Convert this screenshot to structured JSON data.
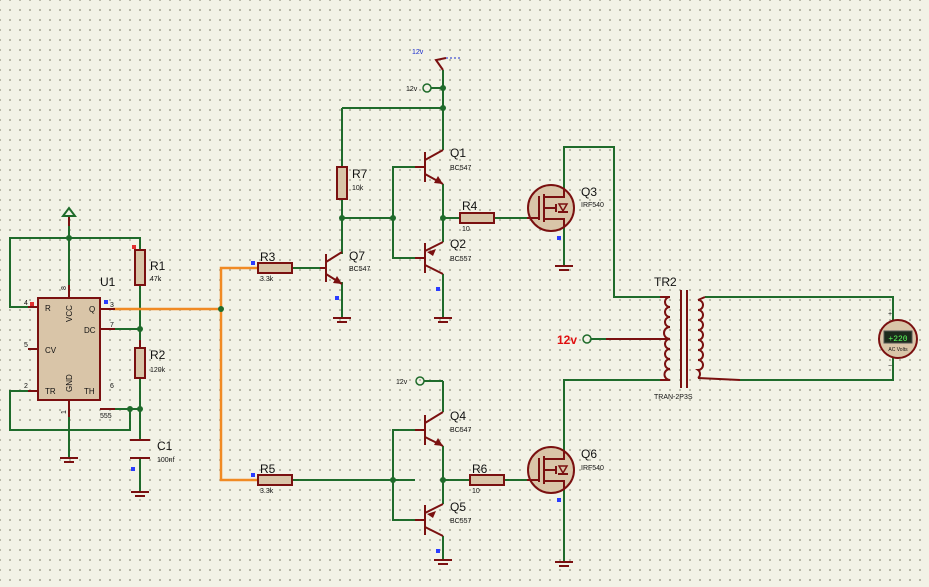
{
  "u1": {
    "ref": "U1",
    "part": "555",
    "pins": {
      "r": "R",
      "q": "Q",
      "dc": "DC",
      "cv": "CV",
      "tr": "TR",
      "th": "TH",
      "vcc": "VCC",
      "gnd": "GND"
    },
    "pin_numbers": {
      "r": "4",
      "q": "3",
      "dc": "7",
      "cv": "5",
      "tr": "2",
      "th": "6",
      "vcc": "8",
      "gnd": "1"
    }
  },
  "resistors": [
    {
      "ref": "R1",
      "value": "47k"
    },
    {
      "ref": "R2",
      "value": "120k"
    },
    {
      "ref": "R3",
      "value": "3.3k"
    },
    {
      "ref": "R5",
      "value": "3.3k"
    },
    {
      "ref": "R7",
      "value": "10k"
    },
    {
      "ref": "R4",
      "value": "10"
    },
    {
      "ref": "R6",
      "value": "10"
    }
  ],
  "capacitor": {
    "ref": "C1",
    "value": "100nf"
  },
  "transistors": [
    {
      "ref": "Q1",
      "part": "BC547"
    },
    {
      "ref": "Q2",
      "part": "BC557"
    },
    {
      "ref": "Q4",
      "part": "BC547"
    },
    {
      "ref": "Q5",
      "part": "BC557"
    },
    {
      "ref": "Q7",
      "part": "BC547"
    }
  ],
  "mosfets": [
    {
      "ref": "Q3",
      "part": "IRF540"
    },
    {
      "ref": "Q6",
      "part": "IRF540"
    }
  ],
  "transformer": {
    "ref": "TR2",
    "part": "TRAN-2P3S"
  },
  "supply": {
    "top_probe": "12v",
    "top_terminal": "12v",
    "q4_terminal": "12v",
    "center_tap": "12v"
  },
  "voltmeter": {
    "reading": "+220",
    "label": "AC Volts",
    "plus": "+",
    "minus": "−"
  },
  "colors": {
    "wire": "#1f6b2b",
    "component": "#7a1010",
    "bus": "#f08a24",
    "background": "#f2f2e6",
    "highlight": "#e01010"
  }
}
